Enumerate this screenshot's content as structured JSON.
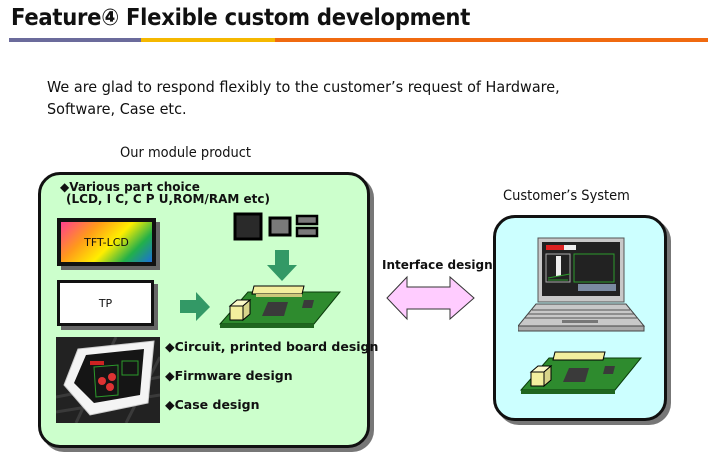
{
  "header": {
    "title": "Feature④ Flexible custom development",
    "rule_colors": [
      "#6b6b9b",
      "#f5b800",
      "#f06a10"
    ]
  },
  "intro": {
    "line1": "We are glad to respond flexibly to the customer’s request of Hardware,",
    "line2": "Software, Case etc."
  },
  "module": {
    "caption": "Our module product",
    "part_choice_title": "◆Various part choice",
    "part_choice_detail": "(LCD, I C, C P U,ROM/RAM  etc)",
    "lcd_label": "TFT-LCD",
    "tp_label": "TP",
    "bullets": [
      "◆Circuit, printed board design",
      "◆Firmware design",
      "◆Case design"
    ],
    "panel_color": "#ccffcc"
  },
  "interface": {
    "label": "Interface design",
    "arrow_color": "#ffccff"
  },
  "customer": {
    "caption": "Customer’s System",
    "panel_color": "#ccffff"
  }
}
